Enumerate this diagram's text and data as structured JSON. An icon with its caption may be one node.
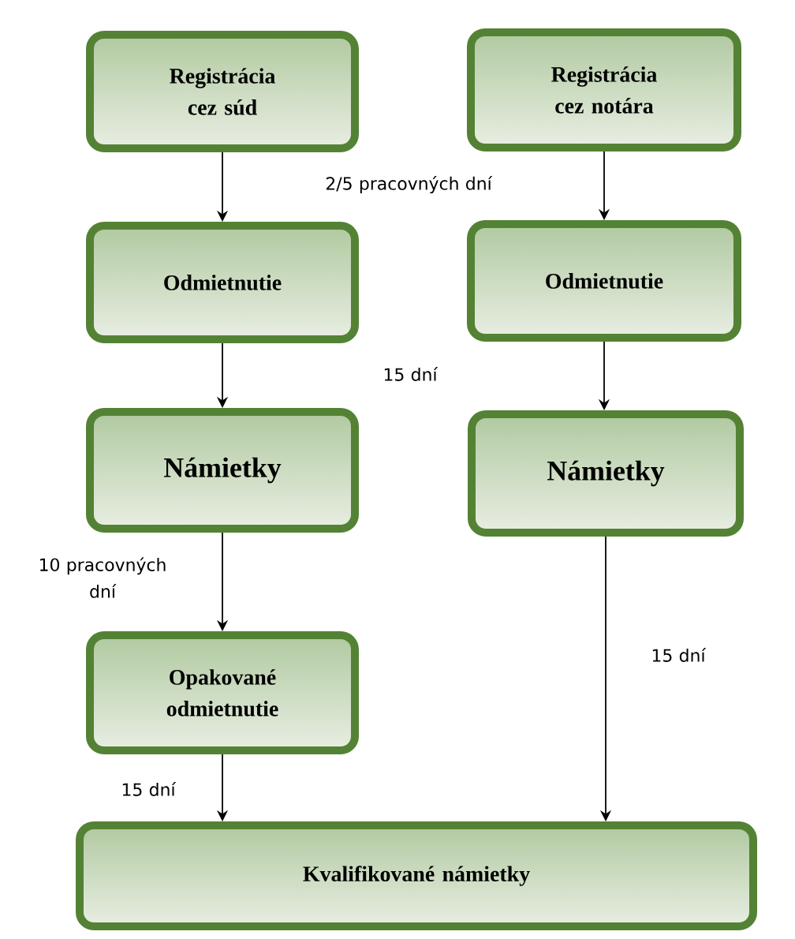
{
  "diagram": {
    "nodes": [
      {
        "text": [
          "Registrácia cez súd"
        ]
      },
      {
        "text": [
          "Registrácia cez notára"
        ]
      },
      {
        "text": [
          "Odmietnutie"
        ]
      },
      {
        "text": [
          "Odmietnutie"
        ]
      },
      {
        "text": [
          "Námietky"
        ]
      },
      {
        "text": [
          "Námietky"
        ]
      },
      {
        "text": [
          "Opakované odmietnutie"
        ]
      },
      {
        "text": [
          "Kvalifikované námietky"
        ]
      }
    ],
    "edges": [
      {
        "from": 0,
        "to": 2,
        "arrow": "to"
      },
      {
        "from": 1,
        "to": 3,
        "arrow": "to"
      },
      {
        "from": 2,
        "to": 4,
        "arrow": "to"
      },
      {
        "from": 3,
        "to": 5,
        "arrow": "to"
      },
      {
        "from": 4,
        "to": 6,
        "arrow": "to",
        "label": "10 pracovných dní"
      },
      {
        "from": 6,
        "to": 7,
        "arrow": "to",
        "label": "15 dní"
      },
      {
        "from": 5,
        "to": 7,
        "arrow": "to",
        "label": "15 dní"
      }
    ],
    "labels": [
      "2/5 pracovných dní",
      "15 dní"
    ]
  }
}
